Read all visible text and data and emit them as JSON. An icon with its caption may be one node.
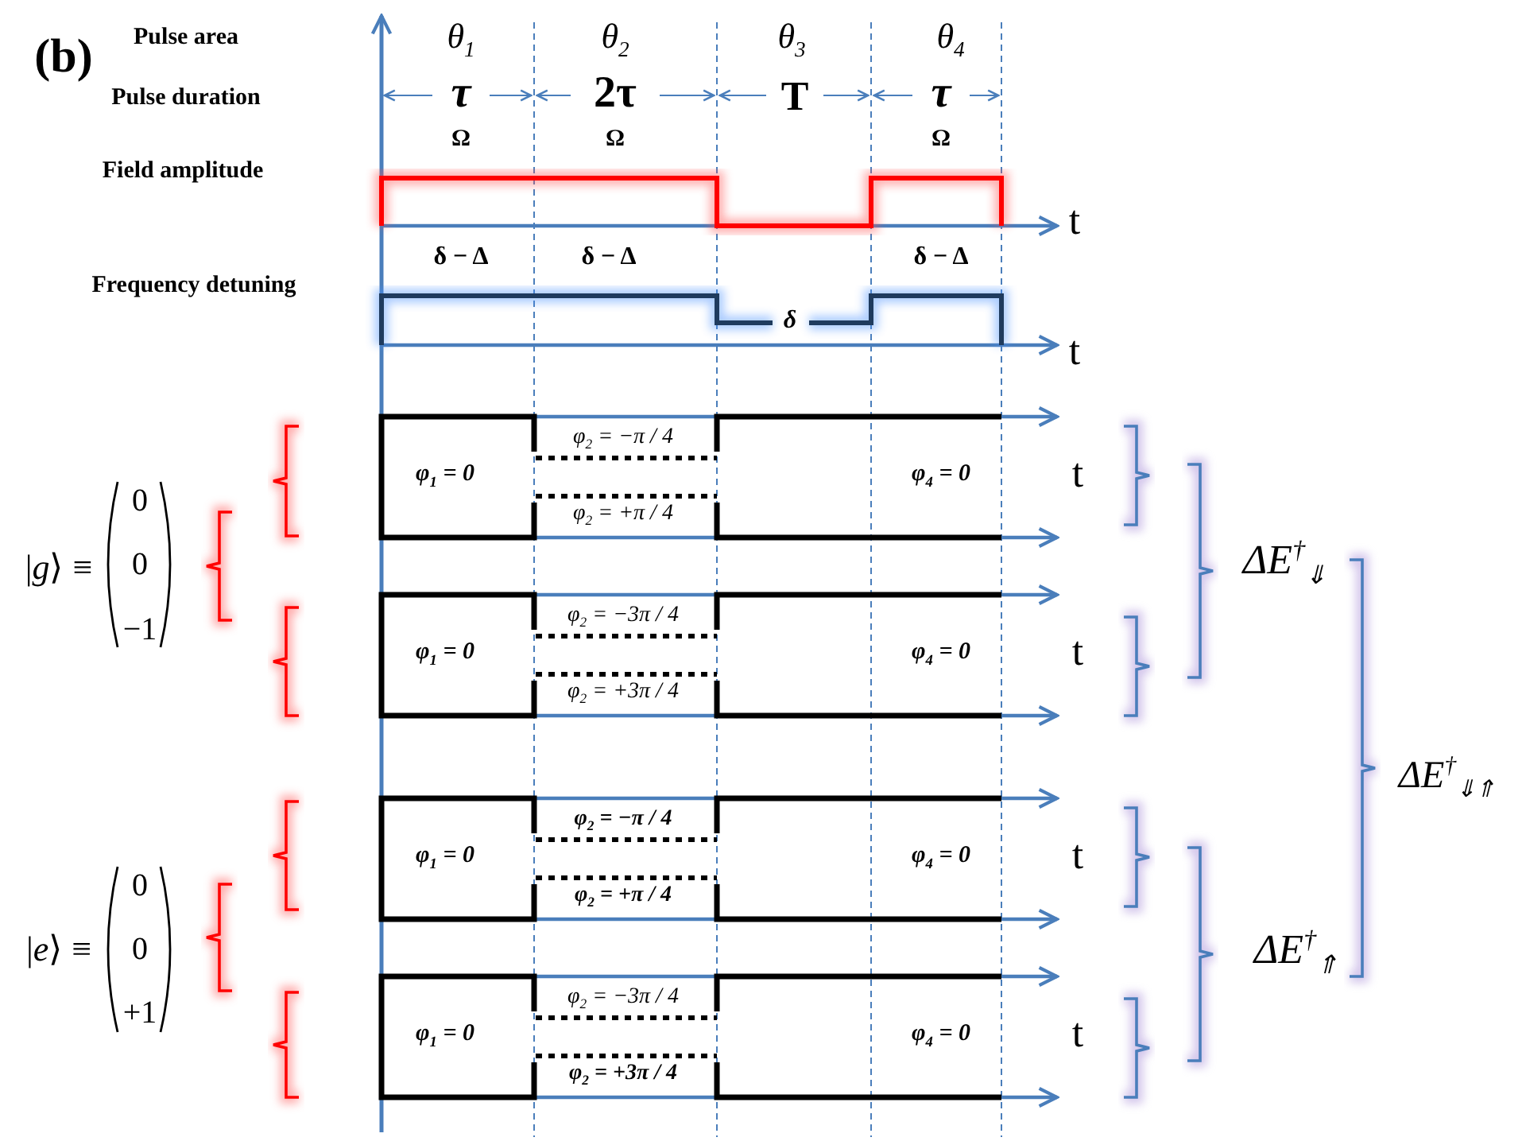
{
  "diagram": {
    "labels": [
      "(b)",
      "Pulse area",
      "θ$_{1}$",
      "θ$_{2}$",
      "θ$_{3}$",
      "θ$_{4}$",
      "Pulse duration",
      "τ",
      "2τ",
      "T",
      "τ",
      "Ω",
      "Ω",
      "Ω",
      "Field amplitude",
      "t",
      "δ − Δ",
      "δ − Δ",
      "δ − Δ",
      "Frequency detuning",
      "δ",
      "t",
      "|*g*⟩ ≡",
      "0",
      "0",
      "−1",
      "φ$_{2}$ = −π / 4",
      "φ$_{1}$ = 0",
      "φ$_{4}$ = 0",
      "t",
      "φ$_{2}$ = +π / 4",
      "φ$_{2}$ = −3π / 4",
      "φ$_{1}$ = 0",
      "φ$_{4}$ = 0",
      "t",
      "φ$_{2}$ = +3π / 4",
      "|*e*⟩ ≡",
      "0",
      "0",
      "+1",
      "φ$_{2}$ = −π / 4",
      "φ$_{1}$ = 0",
      "φ$_{4}$ = 0",
      "t",
      "φ$_{2}$ = +π / 4",
      "φ$_{2}$ = −3π / 4",
      "φ$_{1}$ = 0",
      "φ$_{4}$ = 0",
      "t",
      "φ$_{2}$ = +3π / 4",
      "ΔE$^{†}$$_{⇓}$",
      "ΔE$^{†}$$_{⇑}$",
      "ΔE$^{†}$$_{⇓⇑}$"
    ]
  }
}
